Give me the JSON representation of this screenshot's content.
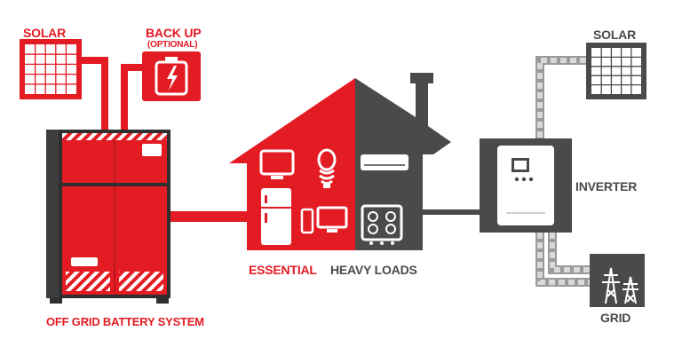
{
  "labels": {
    "solar_left": "SOLAR",
    "backup": "BACK UP",
    "backup_optional": "(OPTIONAL)",
    "battery_system": "OFF GRID BATTERY SYSTEM",
    "essential": "ESSENTIAL",
    "heavy_loads": "HEAVY LOADS",
    "solar_right": "SOLAR",
    "inverter": "INVERTER",
    "grid": "GRID"
  },
  "colors": {
    "red": "#e31b23",
    "dark_gray": "#4a4a4a",
    "mid_gray": "#9a9a9a",
    "light_gray": "#d9d9d9"
  }
}
